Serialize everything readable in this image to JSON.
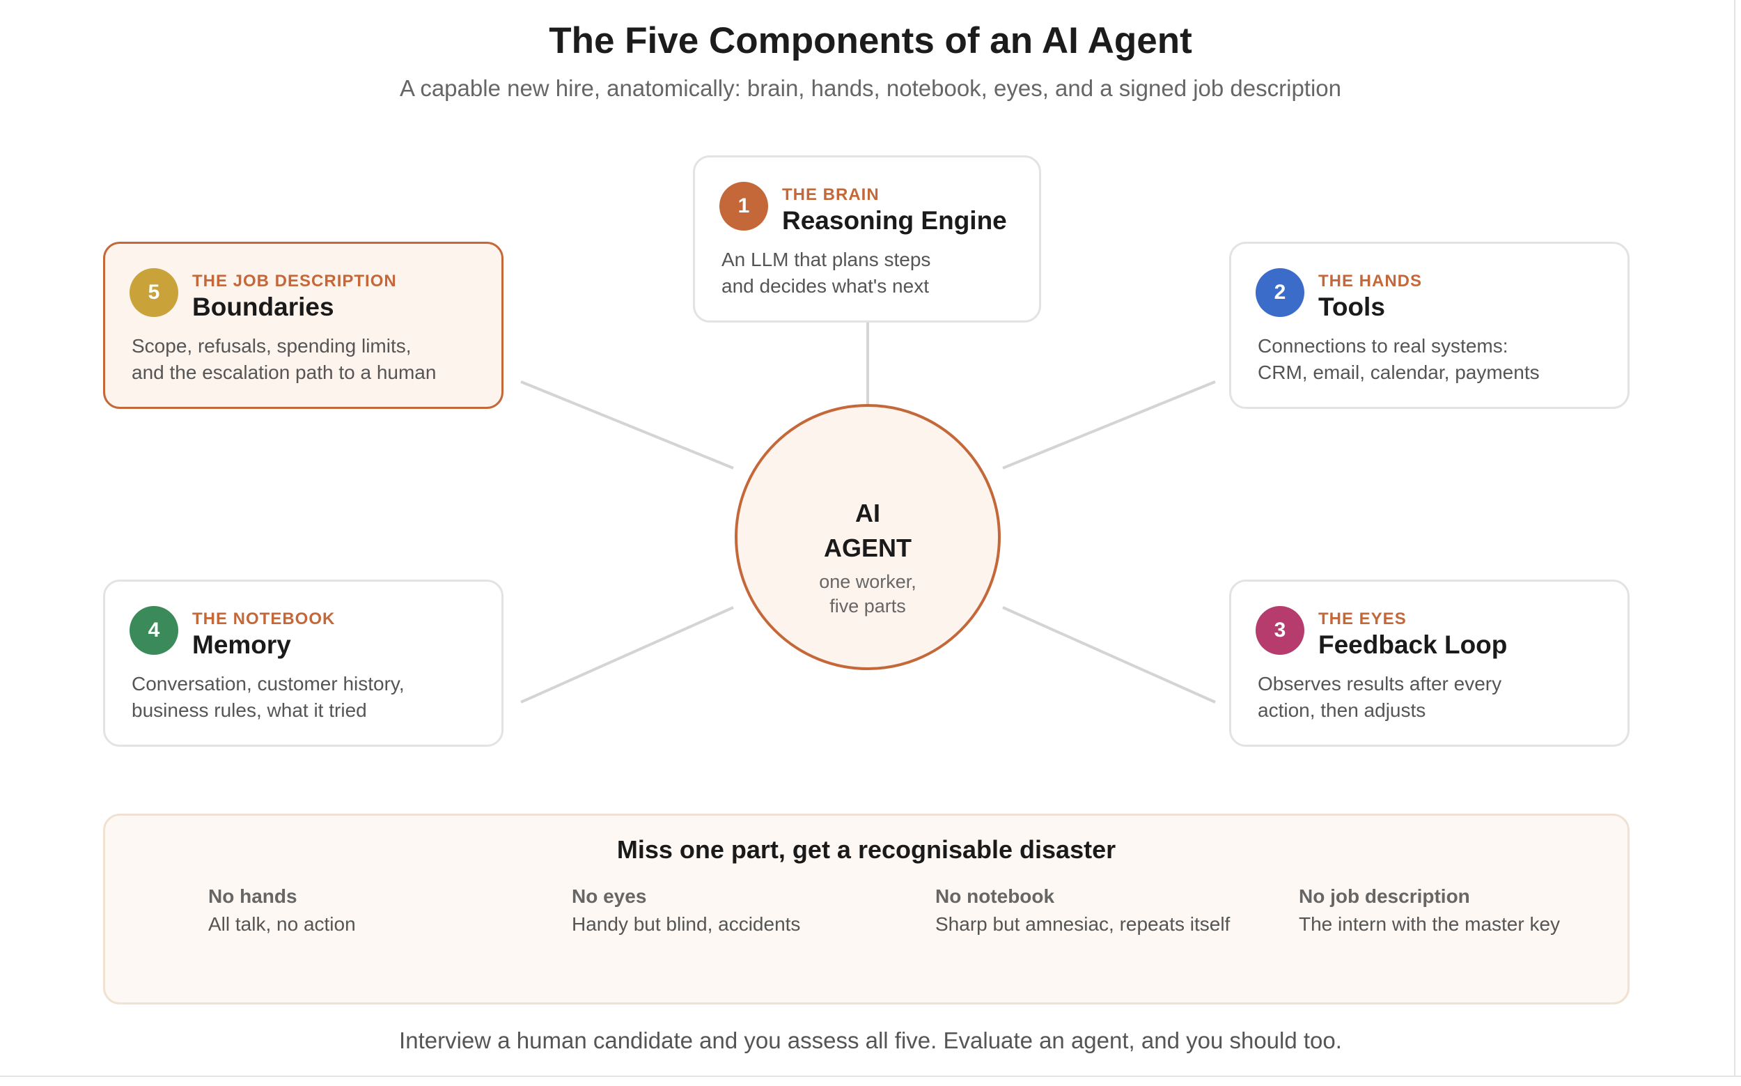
{
  "title": "The Five Components of an AI Agent",
  "subtitle": "A capable new hire, anatomically: brain, hands, notebook, eyes, and a signed job description",
  "hub": {
    "line1": "AI",
    "line2": "AGENT",
    "sub1": "one worker,",
    "sub2": "five parts"
  },
  "components": [
    {
      "number": "1",
      "kicker": "THE BRAIN",
      "name": "Reasoning Engine",
      "desc1": "An LLM that plans steps",
      "desc2": "and decides what's next",
      "color": "#c4683a",
      "highlight": false
    },
    {
      "number": "2",
      "kicker": "THE HANDS",
      "name": "Tools",
      "desc1": "Connections to real systems:",
      "desc2": "CRM, email, calendar, payments",
      "color": "#3b6cc9",
      "highlight": false
    },
    {
      "number": "3",
      "kicker": "THE EYES",
      "name": "Feedback Loop",
      "desc1": "Observes results after every",
      "desc2": "action, then adjusts",
      "color": "#b53c6c",
      "highlight": false
    },
    {
      "number": "4",
      "kicker": "THE NOTEBOOK",
      "name": "Memory",
      "desc1": "Conversation, customer history,",
      "desc2": "business rules, what it tried",
      "color": "#3a8a5a",
      "highlight": false
    },
    {
      "number": "5",
      "kicker": "THE JOB DESCRIPTION",
      "name": "Boundaries",
      "desc1": "Scope, refusals, spending limits,",
      "desc2": "and the escalation path to a human",
      "color": "#c9a23a",
      "highlight": true
    }
  ],
  "failures": {
    "title": "Miss one part, get a recognisable disaster",
    "items": [
      {
        "label": "No hands",
        "text": "All talk, no action"
      },
      {
        "label": "No eyes",
        "text": "Handy but blind, accidents"
      },
      {
        "label": "No notebook",
        "text": "Sharp but amnesiac, repeats itself"
      },
      {
        "label": "No job description",
        "text": "The intern with the master key"
      }
    ]
  },
  "footer": "Interview a human candidate and you assess all five. Evaluate an agent, and you should too.",
  "colors": {
    "accent": "#c4683a",
    "hub_fill": "#fdf4ed",
    "panel_fill": "#fdf8f3",
    "connector": "#d4d4d4"
  }
}
